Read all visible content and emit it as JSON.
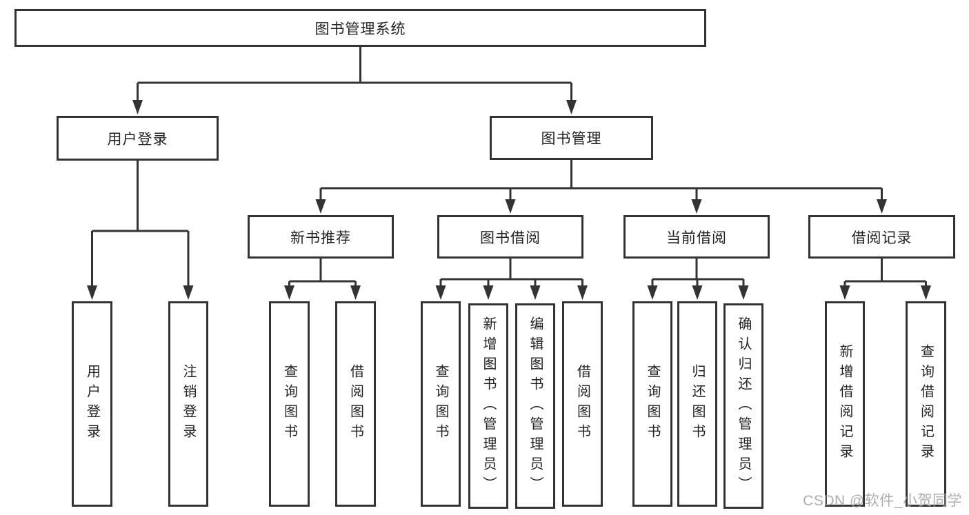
{
  "diagram": {
    "root": {
      "label": "图书管理系统"
    },
    "level2": {
      "user_login": {
        "label": "用户登录"
      },
      "book_mgmt": {
        "label": "图书管理"
      }
    },
    "level3": {
      "new_books": {
        "label": "新书推荐"
      },
      "book_borrow": {
        "label": "图书借阅"
      },
      "current_borrow": {
        "label": "当前借阅"
      },
      "borrow_records": {
        "label": "借阅记录"
      }
    },
    "leaves": {
      "user_login": [
        "用户登录",
        "注销登录"
      ],
      "new_books": [
        "查询图书",
        "借阅图书"
      ],
      "book_borrow": [
        "查询图书",
        "新增图书（管理员）",
        "编辑图书（管理员）",
        "借阅图书"
      ],
      "current_borrow": [
        "查询图书",
        "归还图书",
        "确认归还（管理员）"
      ],
      "borrow_records": [
        "新增借阅记录",
        "查询借阅记录"
      ]
    }
  },
  "watermark": {
    "text": "CSDN @软件_小贺同学"
  },
  "colors": {
    "line": "#333333",
    "text": "#222222",
    "background": "#ffffff",
    "watermark": "#a4a4a4"
  }
}
